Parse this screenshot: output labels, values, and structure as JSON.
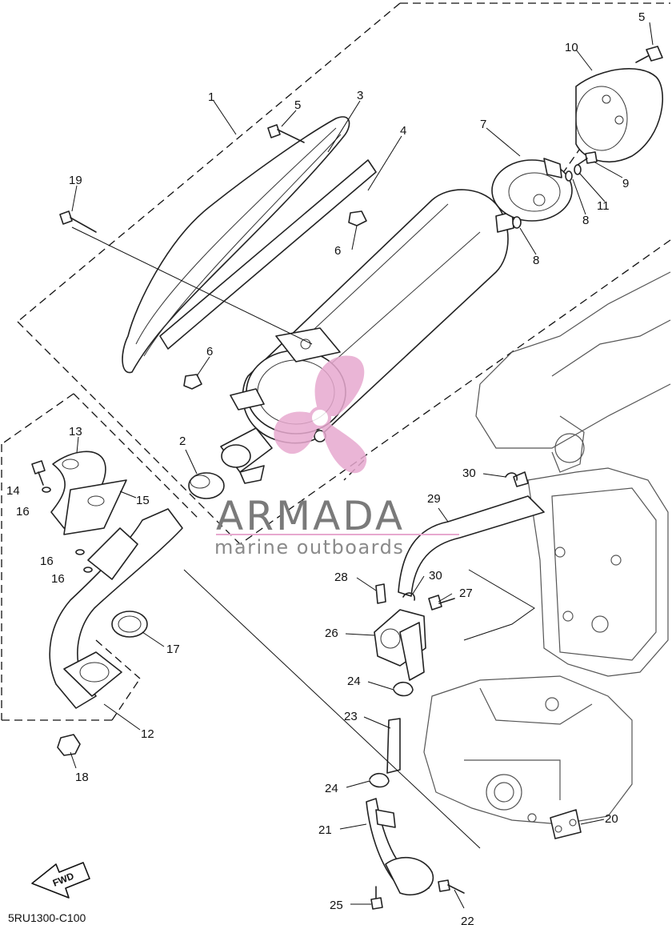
{
  "diagram": {
    "callouts": [
      "1",
      "2",
      "3",
      "4",
      "5",
      "5",
      "6",
      "6",
      "7",
      "8",
      "8",
      "9",
      "10",
      "11",
      "12",
      "13",
      "14",
      "15",
      "16",
      "16",
      "16",
      "17",
      "18",
      "19",
      "20",
      "21",
      "22",
      "23",
      "24",
      "24",
      "25",
      "26",
      "27",
      "28",
      "29",
      "30",
      "30"
    ],
    "drawing_code": "5RU1300-C100",
    "fwd_label": "FWD"
  },
  "watermark": {
    "brand": "ARMADA",
    "tagline": "marine outboards",
    "colors": {
      "text": "#7a7a7a",
      "propeller": "#e7a9cf"
    }
  },
  "colors": {
    "line": "#222222",
    "background": "#ffffff"
  }
}
